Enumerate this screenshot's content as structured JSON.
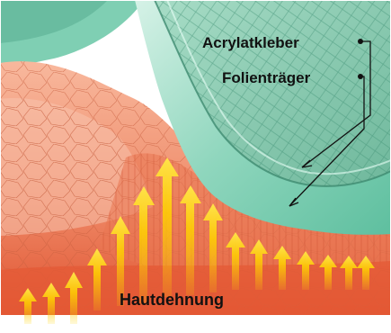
{
  "labels": {
    "adhesive": "Acrylatkleber",
    "backing": "Folienträger",
    "skin_stretch": "Hautdehnung"
  },
  "colors": {
    "skin_light": "#f6a98d",
    "skin_dark": "#e0522f",
    "film_green": "#6ec9ab",
    "film_light": "#b9e8d6",
    "arrow_yellow": "#ffd200",
    "background": "#ffffff"
  }
}
